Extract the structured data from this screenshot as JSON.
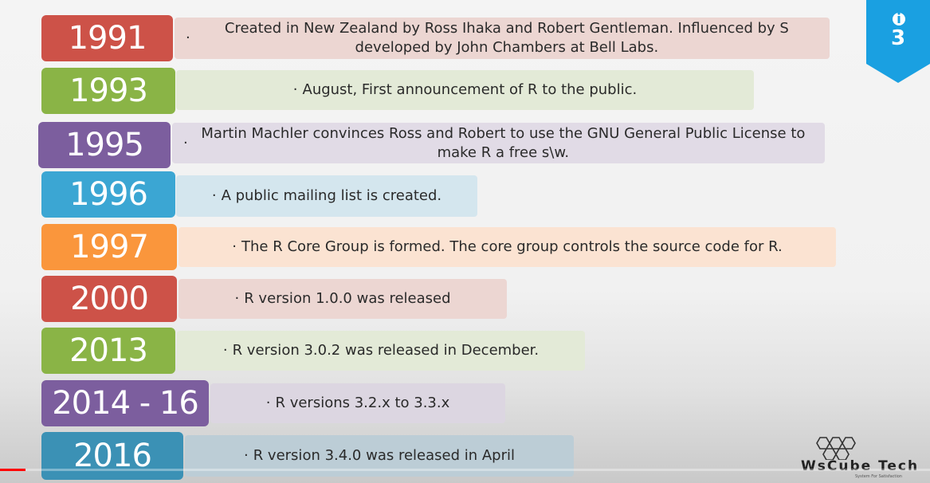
{
  "timeline": [
    {
      "year": "1991",
      "text": "Created in New Zealand by Ross Ihaka and Robert Gentleman. Influenced by S developed by John Chambers at Bell Labs.",
      "yearColor": "#cd5248",
      "descColor": "#ecd6d2"
    },
    {
      "year": "1993",
      "text": "August, First announcement of R to the public.",
      "yearColor": "#8ab446",
      "descColor": "#e3ead7"
    },
    {
      "year": "1995",
      "text": "Martin Machler convinces Ross and Robert to use the GNU General Public License to make R a free s\\w.",
      "yearColor": "#7c5e9e",
      "descColor": "#e1dbe6"
    },
    {
      "year": "1996",
      "text": "A public mailing list is created.",
      "yearColor": "#3ba6d3",
      "descColor": "#d4e6ee"
    },
    {
      "year": "1997",
      "text": "The R Core Group is formed. The core group controls the source code for R.",
      "yearColor": "#fa963c",
      "descColor": "#fbe3d2"
    },
    {
      "year": "2000",
      "text": "R version 1.0.0 was released",
      "yearColor": "#cd5248",
      "descColor": "#ecd6d2"
    },
    {
      "year": "2013",
      "text": "R version 3.0.2 was released in December.",
      "yearColor": "#8ab446",
      "descColor": "#e3ead7"
    },
    {
      "year": "2014 - 16",
      "text": "R  versions 3.2.x to 3.3.x",
      "yearColor": "#7c5e9e",
      "descColor": "#dcd6e1"
    },
    {
      "year": "2016",
      "text": "R version 3.4.0 was released in April",
      "yearColor": "#3b91b5",
      "descColor": "#bccdd6"
    }
  ],
  "badge": {
    "glyph": "3",
    "color": "#1aa0e1"
  },
  "logo": {
    "name": "WsCube Tech",
    "tagline": "System For Satisfaction"
  },
  "video": {
    "progress": 0.027
  }
}
